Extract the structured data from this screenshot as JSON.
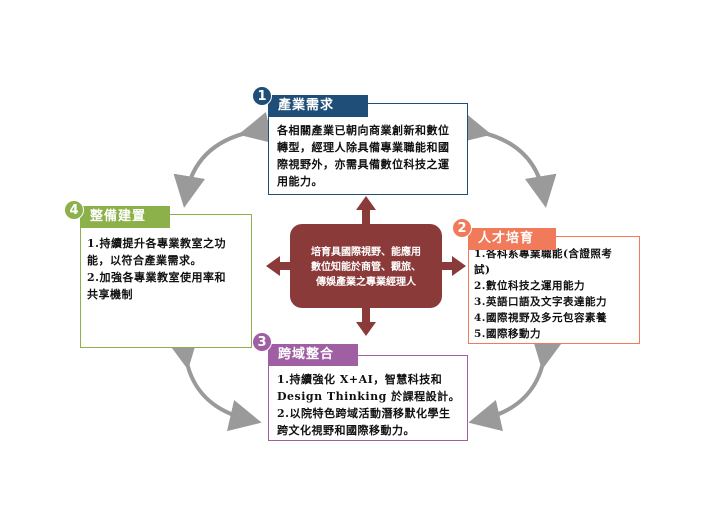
{
  "center": {
    "text_lines": [
      "培育具國際視野、能應用",
      "數位知能於商管、觀旅、",
      "傳娛產業之專業經理人"
    ]
  },
  "boxes": {
    "industry": {
      "number": "1",
      "title": "產業需求",
      "color": "#1f4e79",
      "lines": [
        "各相關產業已朝向商業創新和數位",
        "轉型，經理人除具備專業職能和國",
        "際視野外，亦需具備數位科技之運",
        "用能力。"
      ]
    },
    "talent": {
      "number": "2",
      "title": "人才培育",
      "color": "#f07a5a",
      "lines": [
        "1.各科系專業職能(含證照考",
        "試)",
        "2.數位科技之運用能力",
        "3.英語口語及文字表達能力",
        "4.國際視野及多元包容素養",
        "5.國際移動力"
      ]
    },
    "integration": {
      "number": "3",
      "title": "跨域整合",
      "color": "#a05fa3",
      "lines": [
        "1.持續強化 X+AI，智慧科技和",
        "Design Thinking 於課程設計。",
        "2.以院特色跨域活動潛移默化學生",
        "跨文化視野和國際移動力。"
      ]
    },
    "equipment": {
      "number": "4",
      "title": "整備建置",
      "color": "#8cb04a",
      "lines": [
        "1.持續提升各專業教室之功",
        "能，以符合產業需求。",
        "2.加強各專業教室使用率和",
        "共享機制"
      ]
    }
  },
  "colors": {
    "center_fill": "#8b3a3a",
    "arrow_gray": "#9a9a9a"
  }
}
